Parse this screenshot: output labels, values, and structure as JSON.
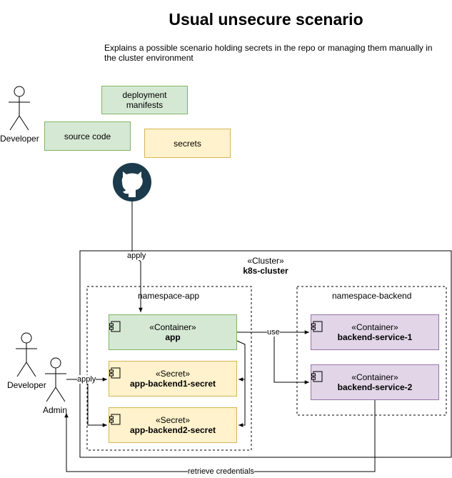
{
  "title": "Usual unsecure scenario",
  "description": "Explains a possible scenario holding secrets in the repo or managing them manually in the cluster environment",
  "repo": {
    "deployment_manifests": "deployment manifests",
    "source_code": "source code",
    "secrets": "secrets"
  },
  "actors": {
    "developer_top": "Developer",
    "developer_bottom": "Developer",
    "admin": "Admin"
  },
  "cluster": {
    "stereotype": "«Cluster»",
    "name": "k8s-cluster"
  },
  "namespaces": {
    "app": "namespace-app",
    "backend": "namespace-backend"
  },
  "components": {
    "app": {
      "stereotype": "«Container»",
      "name": "app"
    },
    "app_backend1_secret": {
      "stereotype": "«Secret»",
      "name": "app-backend1-secret"
    },
    "app_backend2_secret": {
      "stereotype": "«Secret»",
      "name": "app-backend2-secret"
    },
    "backend_service_1": {
      "stereotype": "«Container»",
      "name": "backend-service-1"
    },
    "backend_service_2": {
      "stereotype": "«Container»",
      "name": "backend-service-2"
    }
  },
  "edges": {
    "apply_top": "apply",
    "apply_admin": "apply",
    "use": "use",
    "retrieve": "retrieve credentials"
  },
  "colors": {
    "green_fill": "#d5e8d4",
    "yellow_fill": "#fff2cc",
    "purple_fill": "#e1d5e7",
    "github": "#1b3a4b"
  },
  "icons": [
    "github-icon",
    "component-icon",
    "stick-figure-icon"
  ]
}
